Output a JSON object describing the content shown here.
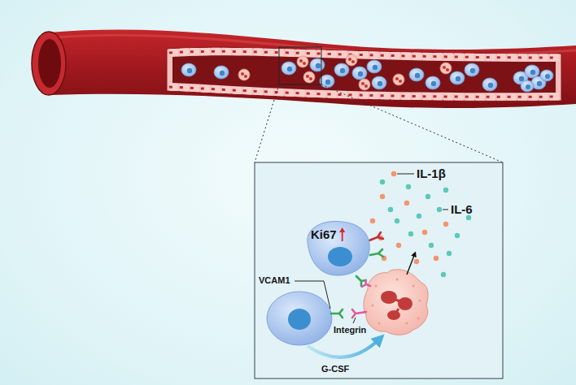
{
  "diagram": {
    "nodes": [
      {
        "text": [
          "Ki67"
        ]
      }
    ],
    "labels": [
      "IL-1β",
      "IL-6",
      "VCAM1",
      "Integrin",
      "G-CSF"
    ]
  }
}
